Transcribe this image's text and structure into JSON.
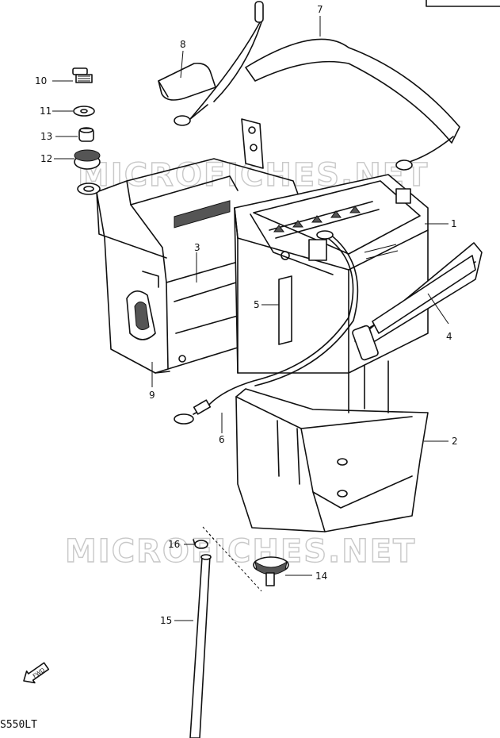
{
  "diagram_code": "S550LT",
  "watermark": "MICROFICHES.NET",
  "front_marker": "FWD",
  "callouts": [
    {
      "id": "1",
      "label": "1"
    },
    {
      "id": "2",
      "label": "2"
    },
    {
      "id": "3",
      "label": "3"
    },
    {
      "id": "4",
      "label": "4"
    },
    {
      "id": "5",
      "label": "5"
    },
    {
      "id": "6",
      "label": "6"
    },
    {
      "id": "7",
      "label": "7"
    },
    {
      "id": "8",
      "label": "8"
    },
    {
      "id": "9",
      "label": "9"
    },
    {
      "id": "10",
      "label": "10"
    },
    {
      "id": "11",
      "label": "11"
    },
    {
      "id": "12",
      "label": "12"
    },
    {
      "id": "13",
      "label": "13"
    },
    {
      "id": "14",
      "label": "14"
    },
    {
      "id": "15",
      "label": "15"
    },
    {
      "id": "16",
      "label": "16"
    }
  ]
}
